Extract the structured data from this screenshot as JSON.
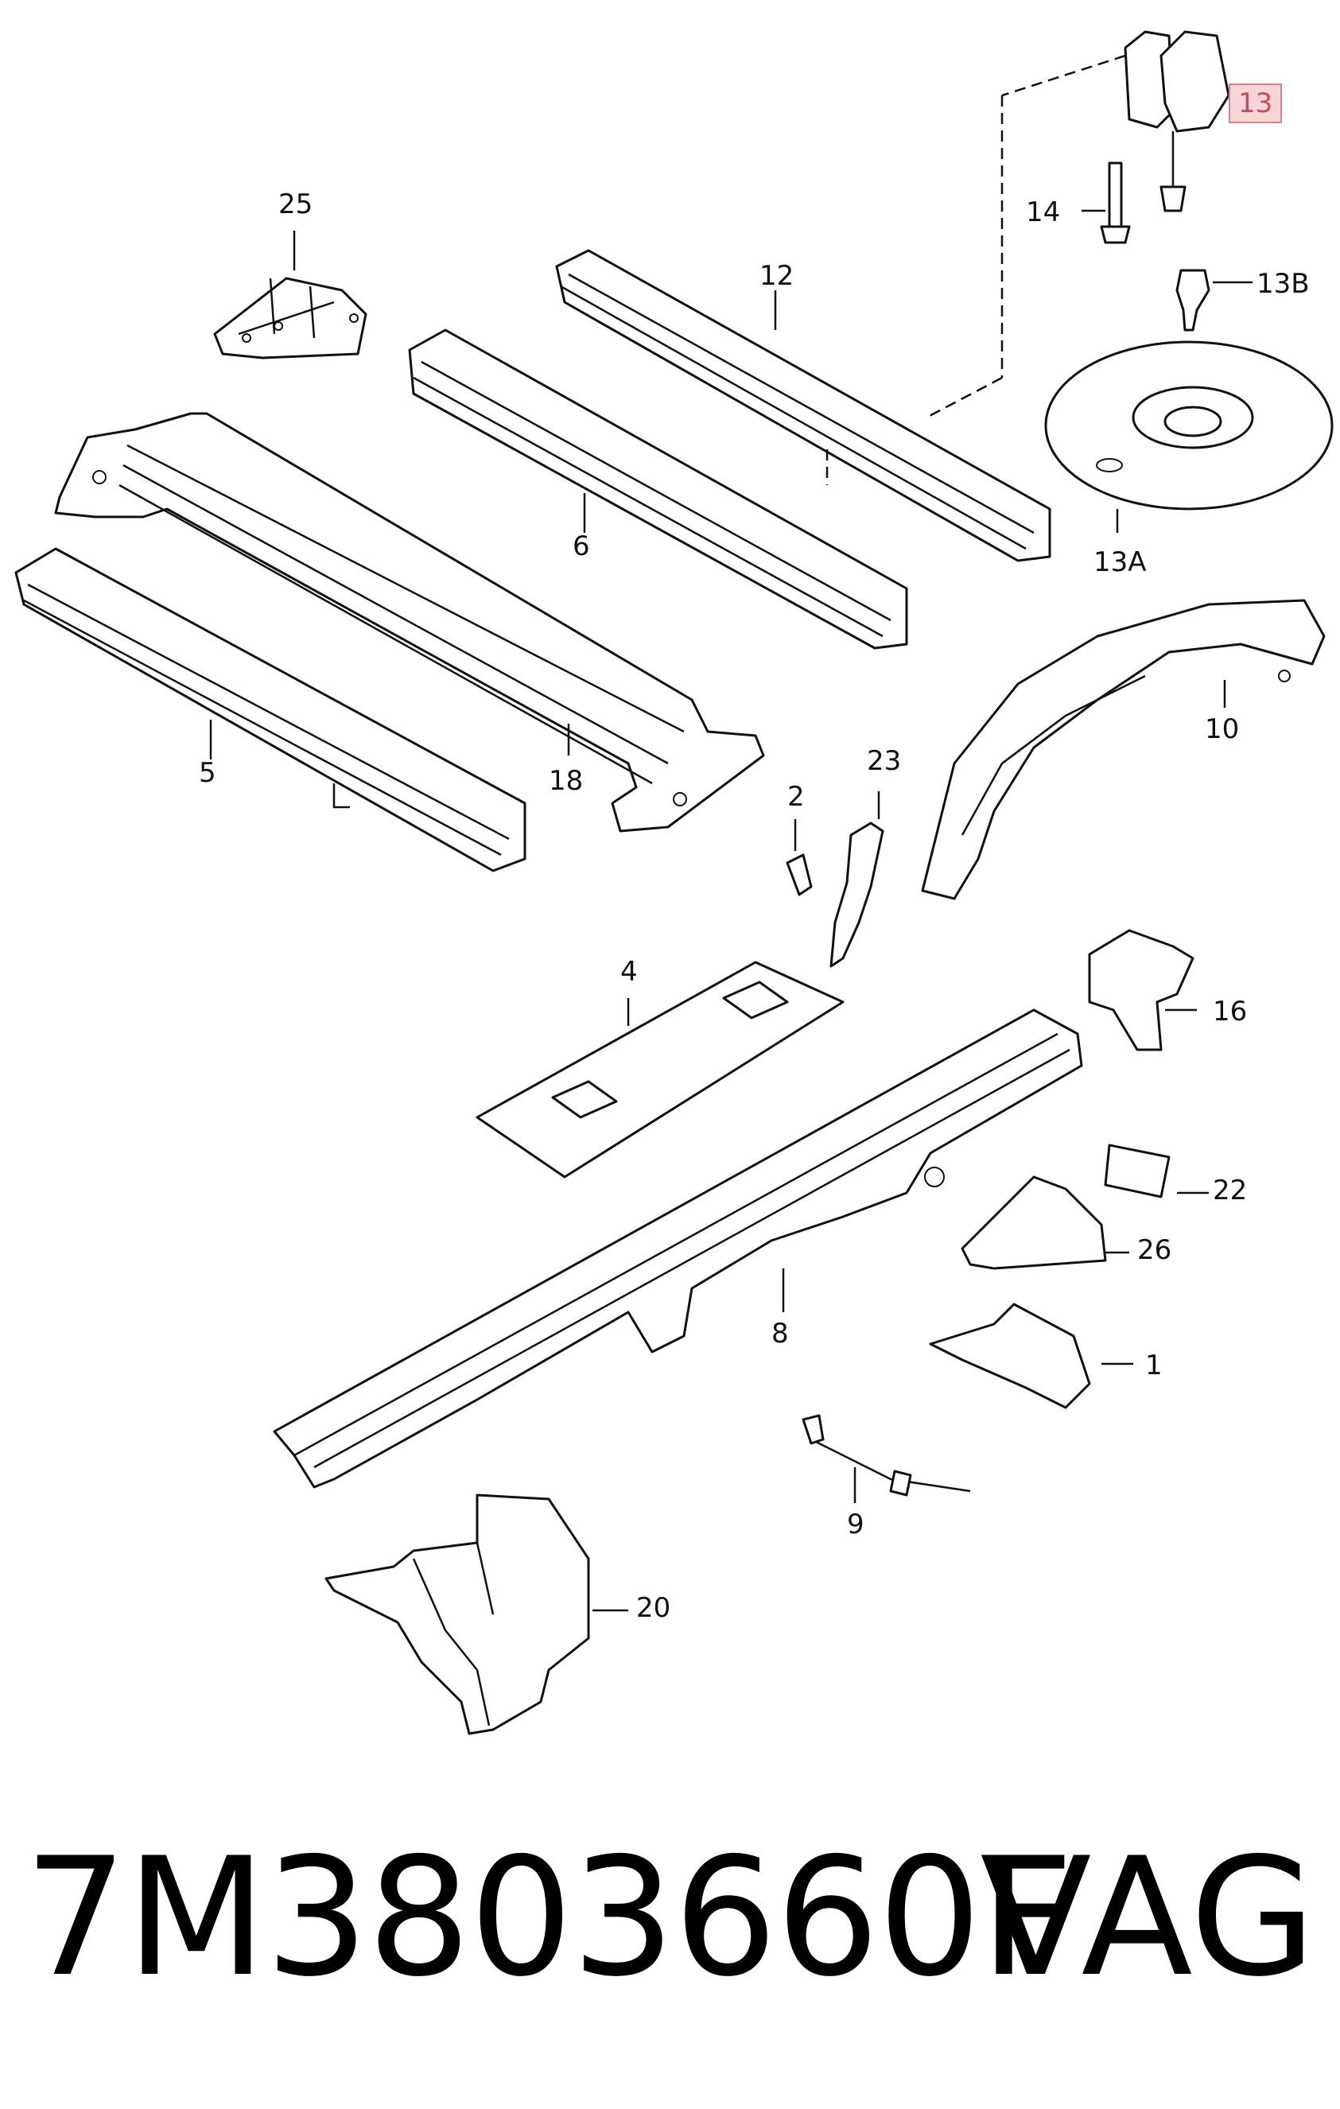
{
  "callouts": {
    "c1": "1",
    "c2": "2",
    "c4": "4",
    "c5": "5",
    "c6": "6",
    "c8": "8",
    "c9": "9",
    "c10": "10",
    "c12": "12",
    "c13": "13",
    "c13a": "13A",
    "c13b": "13B",
    "c14": "14",
    "c16": "16",
    "c18": "18",
    "c20": "20",
    "c22": "22",
    "c23": "23",
    "c25": "25",
    "c26": "26"
  },
  "footer": {
    "part_number": "7M3803660F",
    "brand": "VAG"
  },
  "colors": {
    "line": "#111111",
    "highlight_fill": "#f7d4d6",
    "highlight_border": "#d8828a"
  }
}
